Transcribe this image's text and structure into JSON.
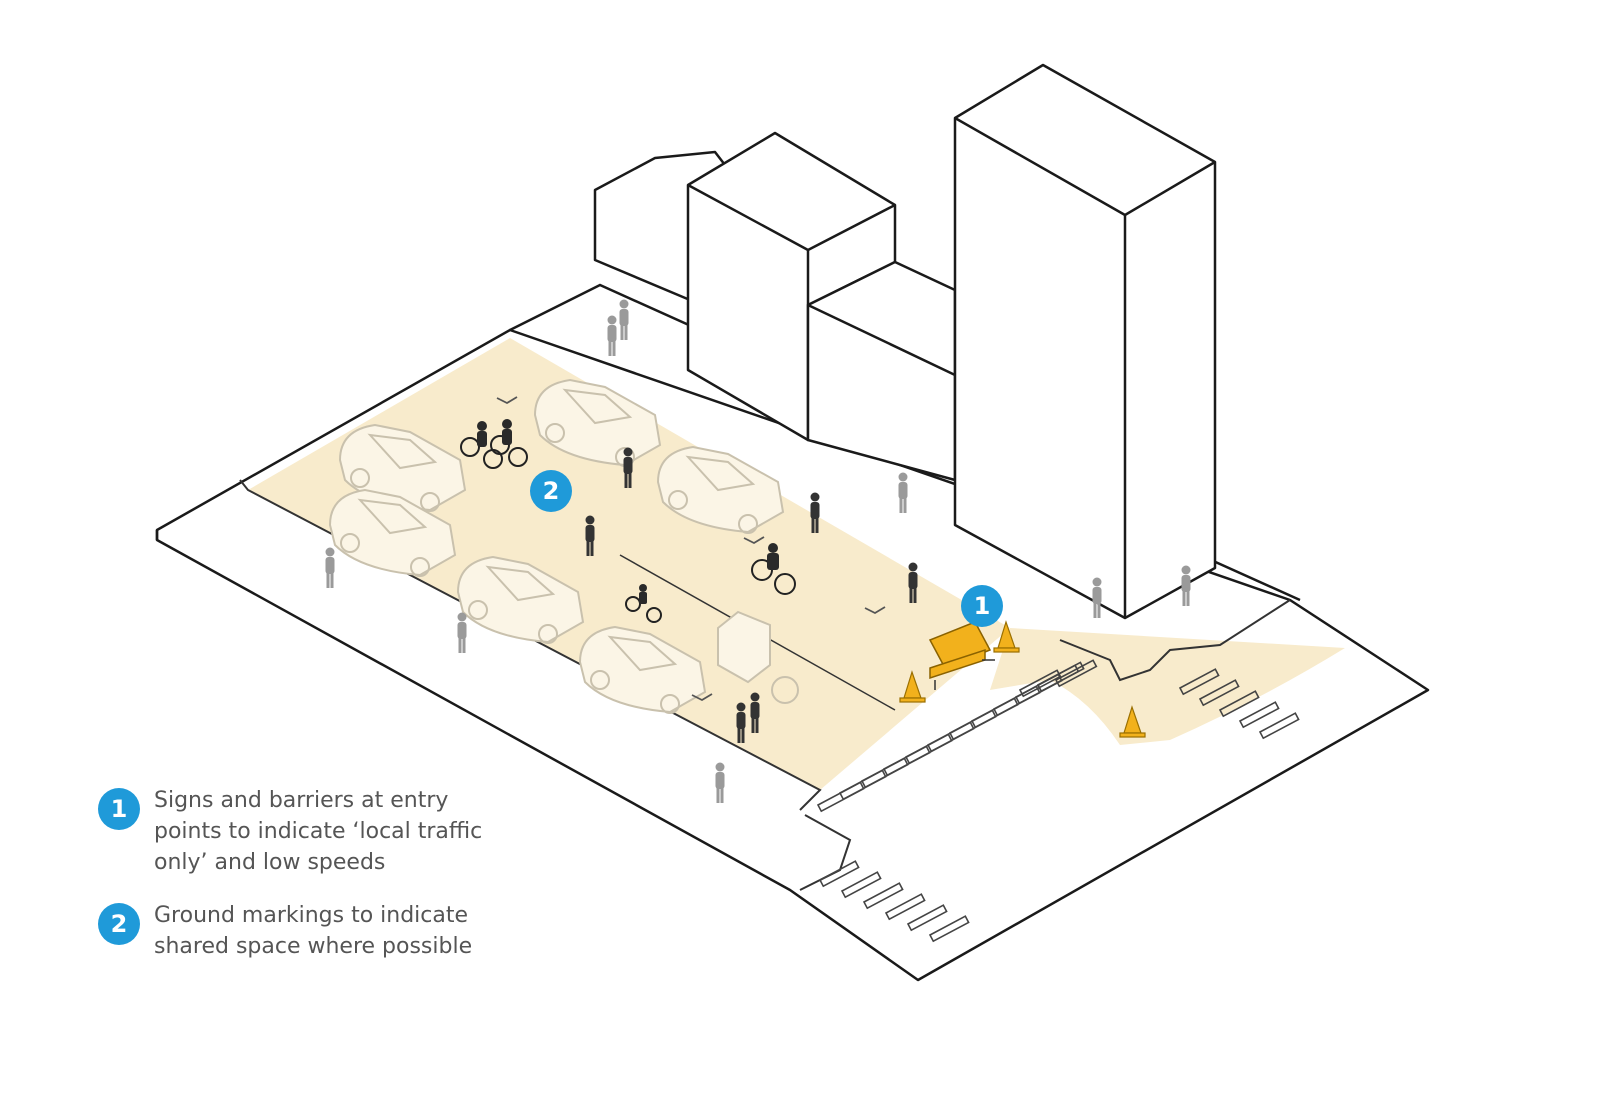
{
  "diagram": {
    "markers": [
      {
        "number": "1"
      },
      {
        "number": "2"
      }
    ],
    "legend": [
      {
        "number": "1",
        "text": "Signs and barriers at entry\npoints to indicate ‘local traffic\nonly’ and low speeds"
      },
      {
        "number": "2",
        "text": "Ground markings to indicate\nshared space where possible"
      }
    ],
    "colors": {
      "shared_space": "#f8ebcc",
      "marker": "#1f9ad9",
      "cone": "#f2b11c",
      "outline": "#1a1a1a",
      "person": "#9a9a9a",
      "person_dark": "#333333"
    }
  }
}
